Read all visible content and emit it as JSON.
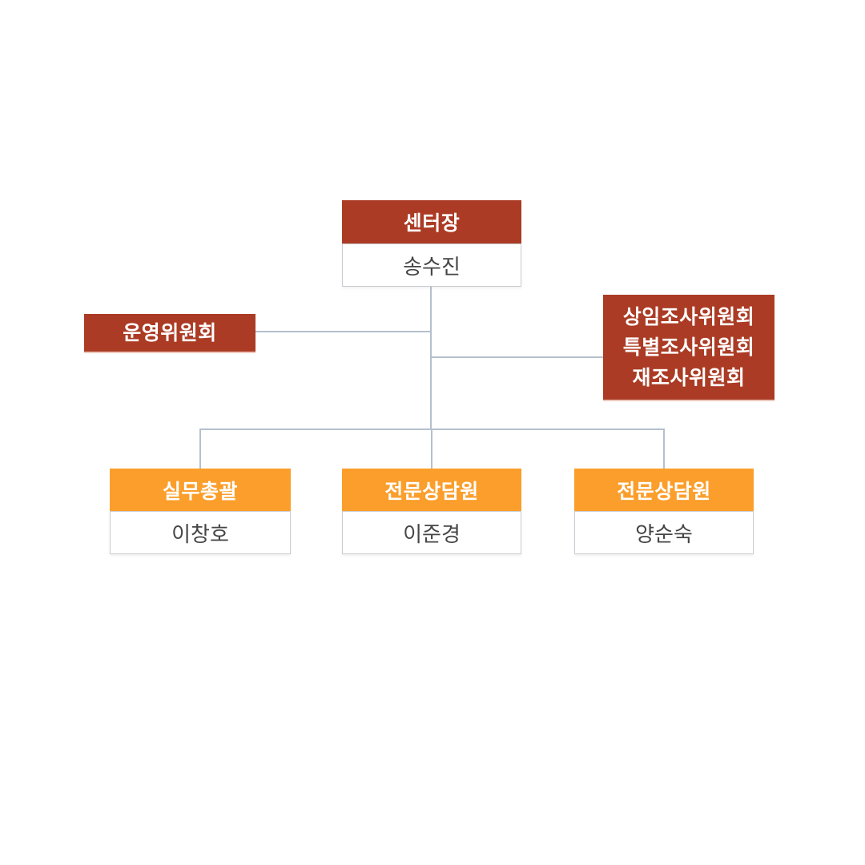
{
  "colors": {
    "red": "#AB3B24",
    "orange": "#FB9E2B",
    "line": "#B5C0CD",
    "body_border": "#C9CDD2",
    "name_text": "#454545",
    "header_text": "#ffffff"
  },
  "org_chart": {
    "director": {
      "title": "센터장",
      "name": "송수진"
    },
    "operating_committee": {
      "title": "운영위원회"
    },
    "investigation_committees": {
      "lines": [
        "상임조사위원회",
        "특별조사위원회",
        "재조사위원회"
      ]
    },
    "staff": [
      {
        "title": "실무총괄",
        "name": "이창호"
      },
      {
        "title": "전문상담원",
        "name": "이준경"
      },
      {
        "title": "전문상담원",
        "name": "양순숙"
      }
    ]
  }
}
